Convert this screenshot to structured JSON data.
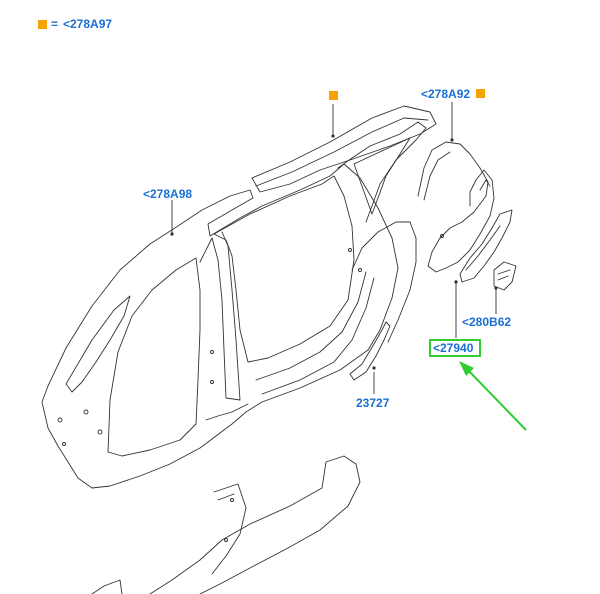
{
  "legend": {
    "equals": "=",
    "code": "<278A97"
  },
  "callouts": {
    "c278A98": "<278A98",
    "c278A92": "<278A92",
    "c280B62": "<280B62",
    "c27940": "<27940",
    "c23727": "23727"
  },
  "colors": {
    "label": "#1a6fd6",
    "marker": "#f5a300",
    "highlight": "#2ecc2e",
    "arrow": "#2ecc2e",
    "line": "#333333"
  },
  "icons": {
    "marker": "orange-square-icon",
    "pointer": "green-arrow-icon"
  }
}
